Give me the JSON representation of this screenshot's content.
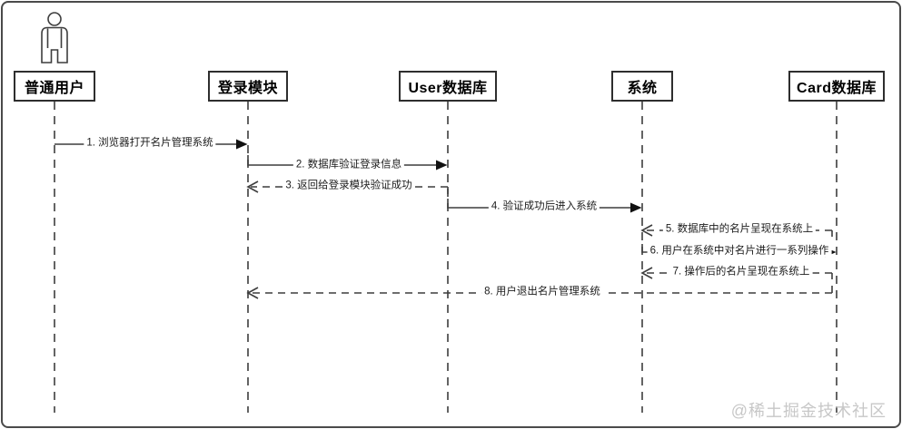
{
  "diagram": {
    "type": "uml-sequence",
    "lifelines": [
      {
        "label": "普通用户",
        "kind": "actor"
      },
      {
        "label": "登录模块",
        "kind": "object"
      },
      {
        "label": "User数据库",
        "kind": "object"
      },
      {
        "label": "系统",
        "kind": "object"
      },
      {
        "label": "Card数据库",
        "kind": "object"
      }
    ],
    "messages": [
      {
        "label": "1. 浏览器打开名片管理系统",
        "from": "普通用户",
        "to": "登录模块",
        "line": "solid",
        "arrow": "filled"
      },
      {
        "label": "2. 数据库验证登录信息",
        "from": "登录模块",
        "to": "User数据库",
        "line": "solid",
        "arrow": "filled"
      },
      {
        "label": "3. 返回给登录模块验证成功",
        "from": "User数据库",
        "to": "登录模块",
        "line": "dashed",
        "arrow": "open"
      },
      {
        "label": "4. 验证成功后进入系统",
        "from": "User数据库",
        "to": "系统",
        "line": "solid",
        "arrow": "filled"
      },
      {
        "label": "5. 数据库中的名片呈现在系统上",
        "from": "Card数据库",
        "to": "系统",
        "line": "dashed",
        "arrow": "open"
      },
      {
        "label": "6. 用户在系统中对名片进行一系列操作",
        "from": "系统",
        "to": "Card数据库",
        "line": "solid",
        "arrow": "filled"
      },
      {
        "label": "7. 操作后的名片呈现在系统上",
        "from": "Card数据库",
        "to": "系统",
        "line": "dashed",
        "arrow": "open"
      },
      {
        "label": "8. 用户退出名片管理系统",
        "from": "Card数据库",
        "to": "登录模块",
        "line": "dashed",
        "arrow": "open"
      }
    ],
    "watermark": "@稀土掘金技术社区",
    "colors": {
      "line": "#3d3d3d",
      "box_border": "#2e2e2e",
      "watermark": "#c7c7c7",
      "background": "#ffffff"
    }
  }
}
